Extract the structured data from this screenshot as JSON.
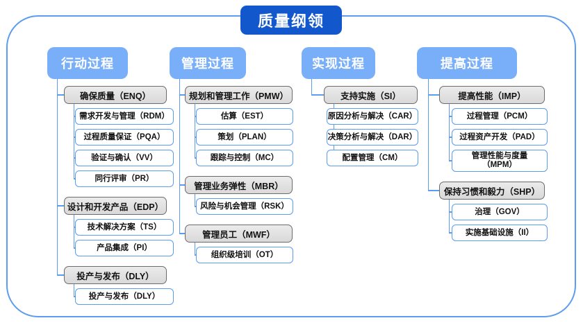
{
  "diagram": {
    "root": {
      "label": "质量纲领"
    },
    "colors": {
      "root_fill": "#1257cc",
      "column_header_fill": "#79aef8",
      "group_border": "#6b6b6b",
      "group_fill": "#e2e2e2",
      "leaf_border": "#5b9bf0",
      "connector": "#5b9bf0",
      "frame_border": "#5b9bf0"
    },
    "columns": [
      {
        "header": "行动过程",
        "groups": [
          {
            "label": "确保质量（ENQ）",
            "children": [
              "需求开发与管理（RDM）",
              "过程质量保证（PQA）",
              "验证与确认（VV）",
              "同行评审（PR）"
            ]
          },
          {
            "label": "设计和开发产品（EDP）",
            "children": [
              "技术解决方案（TS）",
              "产品集成（PI）"
            ]
          },
          {
            "label": "投产与发布（DLY）",
            "children": [
              "投产与发布（DLY）"
            ]
          }
        ]
      },
      {
        "header": "管理过程",
        "groups": [
          {
            "label": "规划和管理工作（PMW）",
            "children": [
              "估算（EST）",
              "策划（PLAN）",
              "跟踪与控制（MC）"
            ]
          },
          {
            "label": "管理业务弹性（MBR）",
            "children": [
              "风险与机会管理（RSK）"
            ]
          },
          {
            "label": "管理员工（MWF）",
            "children": [
              "组织级培训（OT）"
            ]
          }
        ]
      },
      {
        "header": "实现过程",
        "groups": [
          {
            "label": "支持实施（SI）",
            "children": [
              "原因分析与解决（CAR）",
              "决策分析与解决（DAR）",
              "配置管理（CM）"
            ]
          }
        ]
      },
      {
        "header": "提高过程",
        "groups": [
          {
            "label": "提高性能（IMP）",
            "children": [
              "过程管理（PCM）",
              "过程资产开发（PAD）",
              "管理性能与度量\n（MPM）"
            ]
          },
          {
            "label": "保持习惯和毅力（SHP）",
            "children": [
              "治理（GOV）",
              "实施基础设施（II）"
            ]
          }
        ]
      }
    ]
  }
}
